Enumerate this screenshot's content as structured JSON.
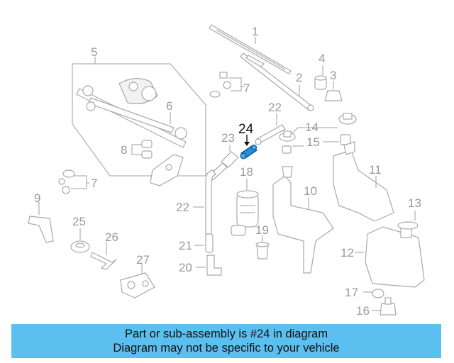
{
  "callouts": {
    "c1": "1",
    "c2": "2",
    "c3": "3",
    "c4": "4",
    "c5": "5",
    "c6": "6",
    "c7": "7",
    "c8": "8",
    "c9": "9",
    "c10": "10",
    "c11": "11",
    "c12": "12",
    "c13": "13",
    "c14": "14",
    "c15": "15",
    "c16": "16",
    "c17": "17",
    "c18": "18",
    "c19": "19",
    "c20": "20",
    "c21": "21",
    "c22": "22",
    "c23": "23",
    "c24": "24",
    "c25": "25",
    "c26": "26",
    "c27": "27"
  },
  "highlight": {
    "part": "24",
    "color": "#1f8fd6"
  },
  "banner": {
    "line1": "Part or sub-assembly is #24 in diagram",
    "line2": "Diagram may not be specific to your vehicle",
    "color": "#5bbff0"
  }
}
